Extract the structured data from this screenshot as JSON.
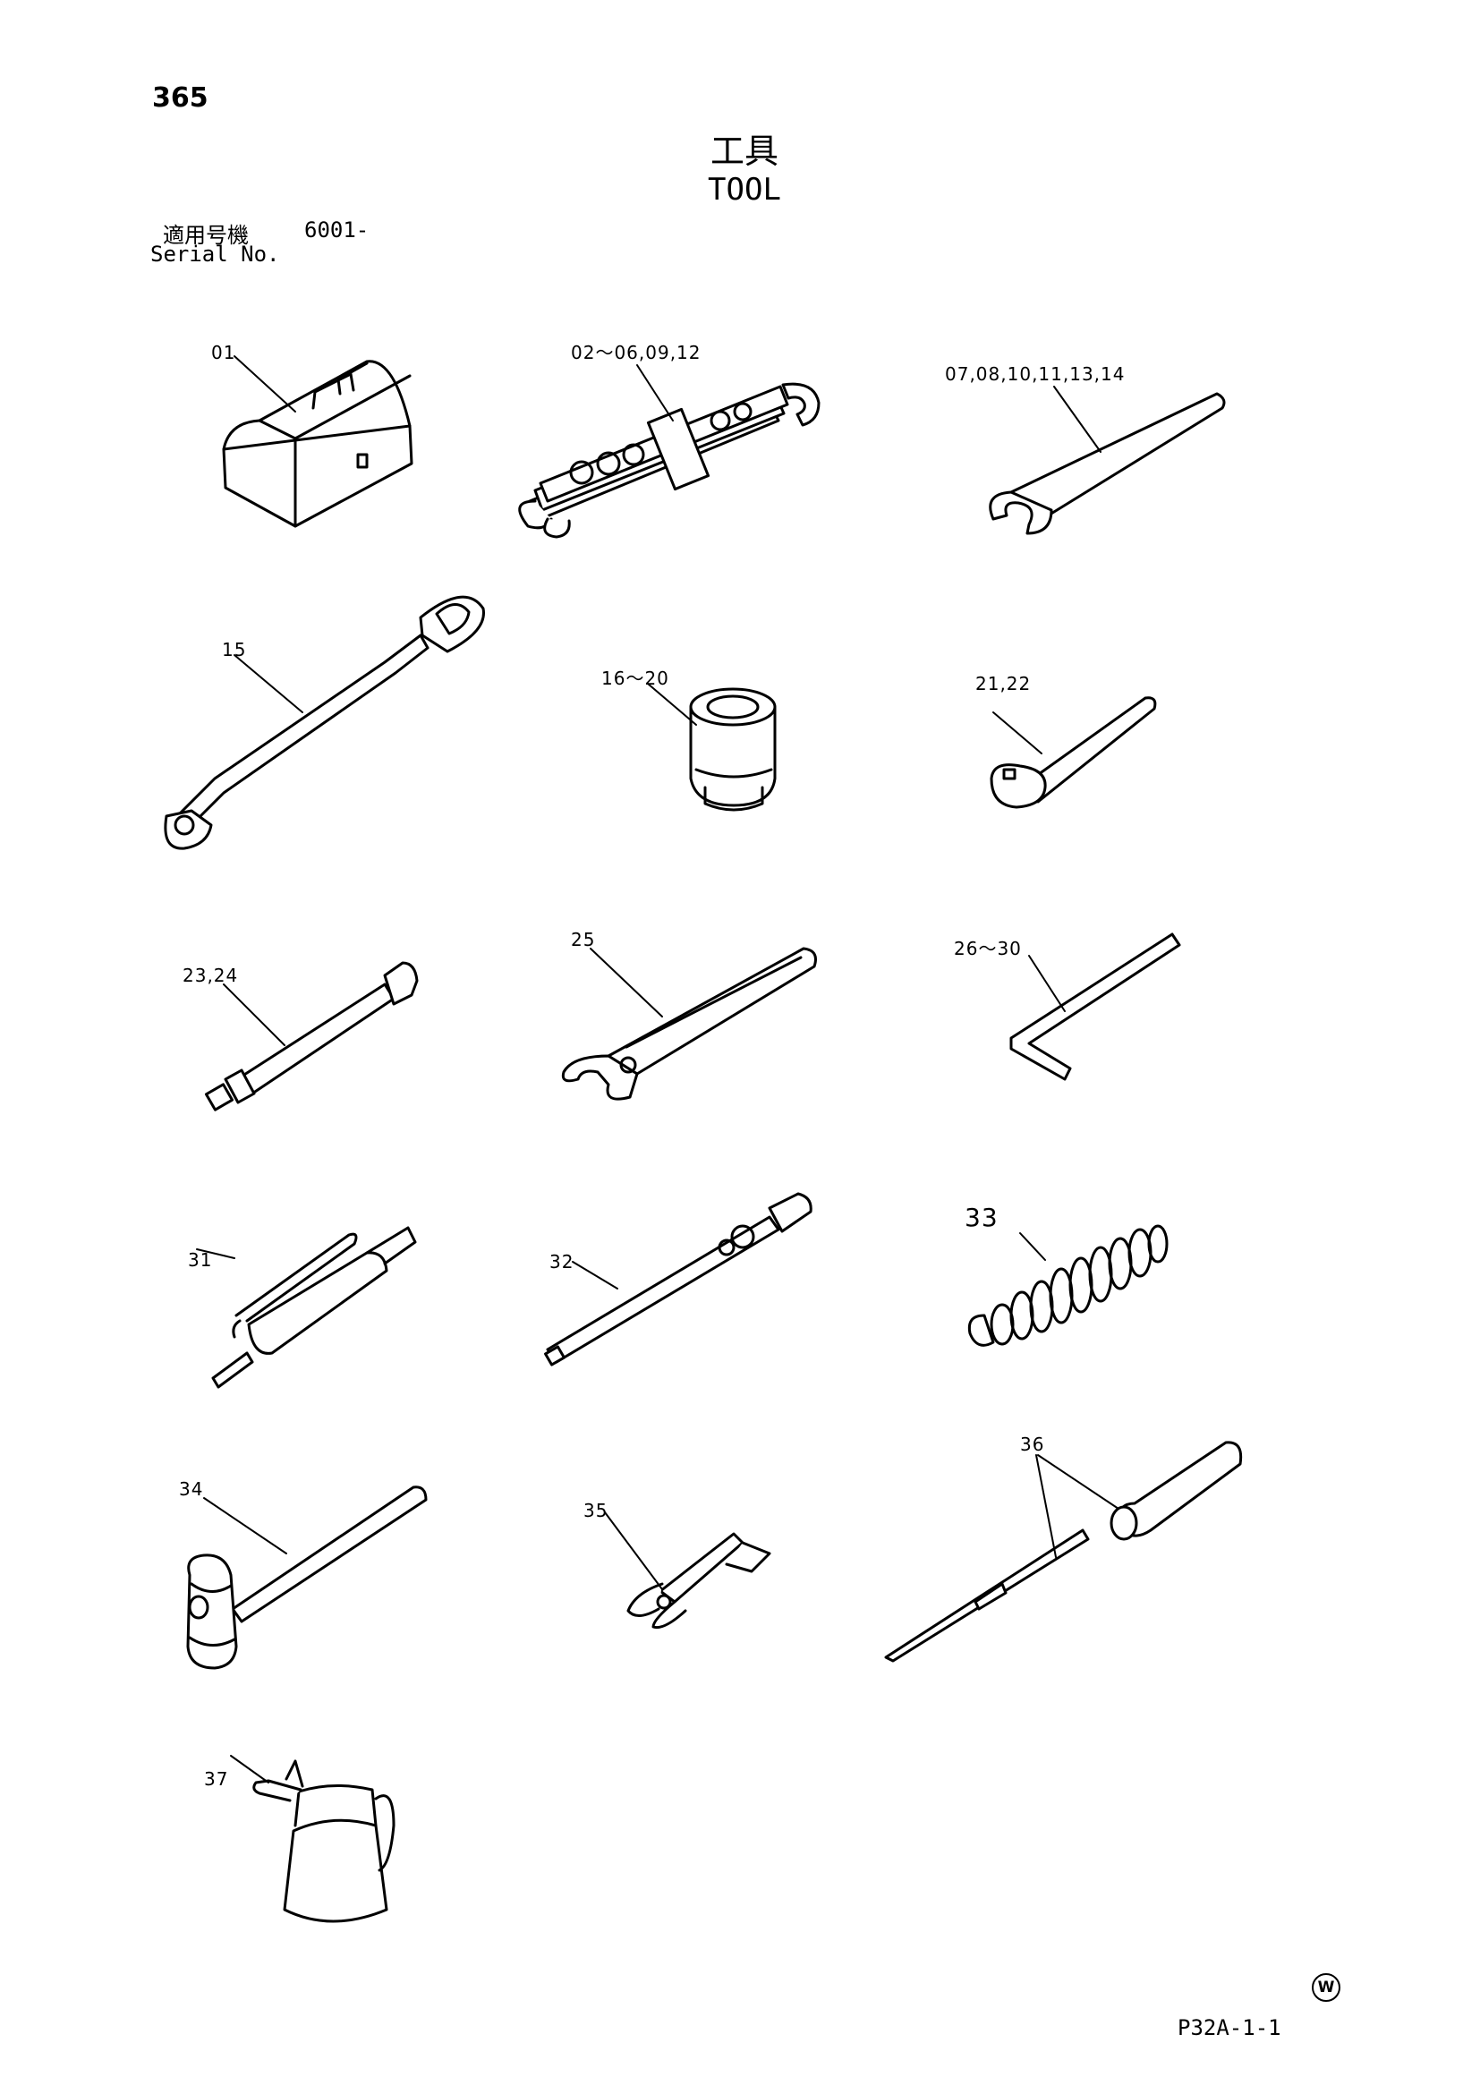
{
  "page": {
    "number": "365",
    "title_jp": "工具",
    "title_en": "TOOL",
    "code": "P32A-1-1",
    "mark": "W"
  },
  "serial": {
    "label_jp": "適用号機",
    "value": "6001-",
    "label_en": "Serial No."
  },
  "items": [
    {
      "ref": "01",
      "tool": "toolbox-icon"
    },
    {
      "ref": "02～06,09,12",
      "tool": "wrench-set-icon"
    },
    {
      "ref": "07,08,10,11,13,14",
      "tool": "spanner-wrench-icon"
    },
    {
      "ref": "15",
      "tool": "box-wrench-icon"
    },
    {
      "ref": "16～20",
      "tool": "socket-icon"
    },
    {
      "ref": "21,22",
      "tool": "ratchet-handle-icon"
    },
    {
      "ref": "23,24",
      "tool": "extension-bar-icon"
    },
    {
      "ref": "25",
      "tool": "adjustable-wrench-icon"
    },
    {
      "ref": "26～30",
      "tool": "hex-key-icon"
    },
    {
      "ref": "31",
      "tool": "grease-gun-icon"
    },
    {
      "ref": "32",
      "tool": "torque-bar-icon"
    },
    {
      "ref": "33",
      "tool": "spring-coil-icon"
    },
    {
      "ref": "34",
      "tool": "hammer-icon"
    },
    {
      "ref": "35",
      "tool": "pliers-icon"
    },
    {
      "ref": "36",
      "tool": "screwdriver-icon"
    },
    {
      "ref": "37",
      "tool": "oil-can-icon"
    }
  ]
}
